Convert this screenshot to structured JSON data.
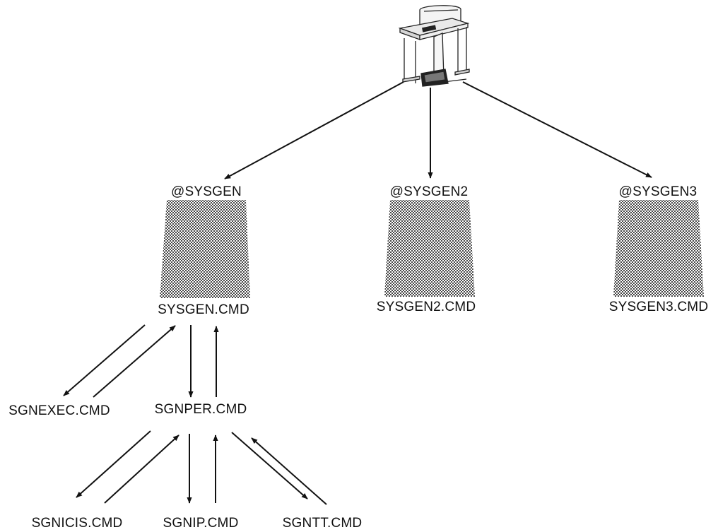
{
  "diagram": {
    "terminal": {
      "icon": "printer-terminal-icon"
    },
    "procedures": [
      {
        "prompt": "@SYSGEN",
        "file": "SYSGEN.CMD"
      },
      {
        "prompt": "@SYSGEN2",
        "file": "SYSGEN2.CMD"
      },
      {
        "prompt": "@SYSGEN3",
        "file": "SYSGEN3.CMD"
      }
    ],
    "level2": {
      "exec": "SGNEXEC.CMD",
      "per": "SGNPER.CMD"
    },
    "level3": {
      "icis": "SGNICIS.CMD",
      "ip": "SGNIP.CMD",
      "tt": "SGNTT.CMD"
    }
  }
}
